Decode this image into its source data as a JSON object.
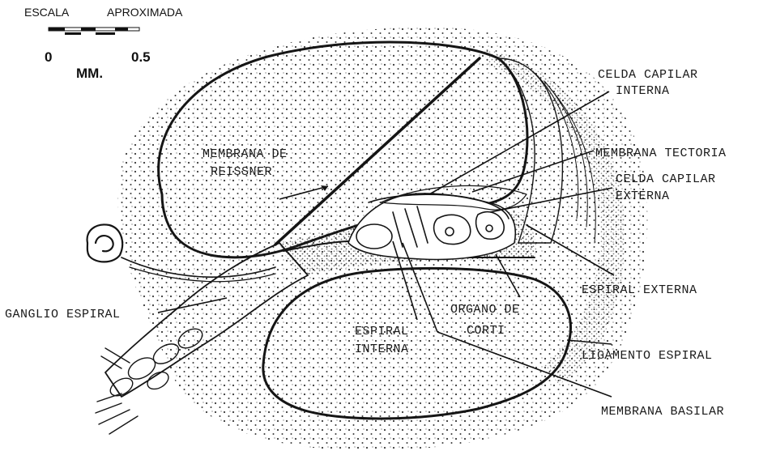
{
  "scale": {
    "title_left": "ESCALA",
    "title_right": "APROXIMADA",
    "min": "0",
    "max": "0.5",
    "unit": "MM."
  },
  "labels": {
    "celda_capilar_interna_1": "CELDA CAPILAR",
    "celda_capilar_interna_2": "INTERNA",
    "membrana_reissner_1": "MEMBRANA DE",
    "membrana_reissner_2": "REISSNER",
    "membrana_tectoria": "MEMBRANA TECTORIA",
    "celda_capilar_externa_1": "CELDA CAPILAR",
    "celda_capilar_externa_2": "EXTERNA",
    "ganglio_espiral": "GANGLIO ESPIRAL",
    "espiral_externa": "ESPIRAL EXTERNA",
    "organo_corti_1": "ORGANO DE",
    "organo_corti_2": "CORTI",
    "espiral_interna_1": "ESPIRAL",
    "espiral_interna_2": "INTERNA",
    "ligamento_espiral": "LIGAMENTO ESPIRAL",
    "membrana_basilar": "MEMBRANA BASILAR"
  }
}
